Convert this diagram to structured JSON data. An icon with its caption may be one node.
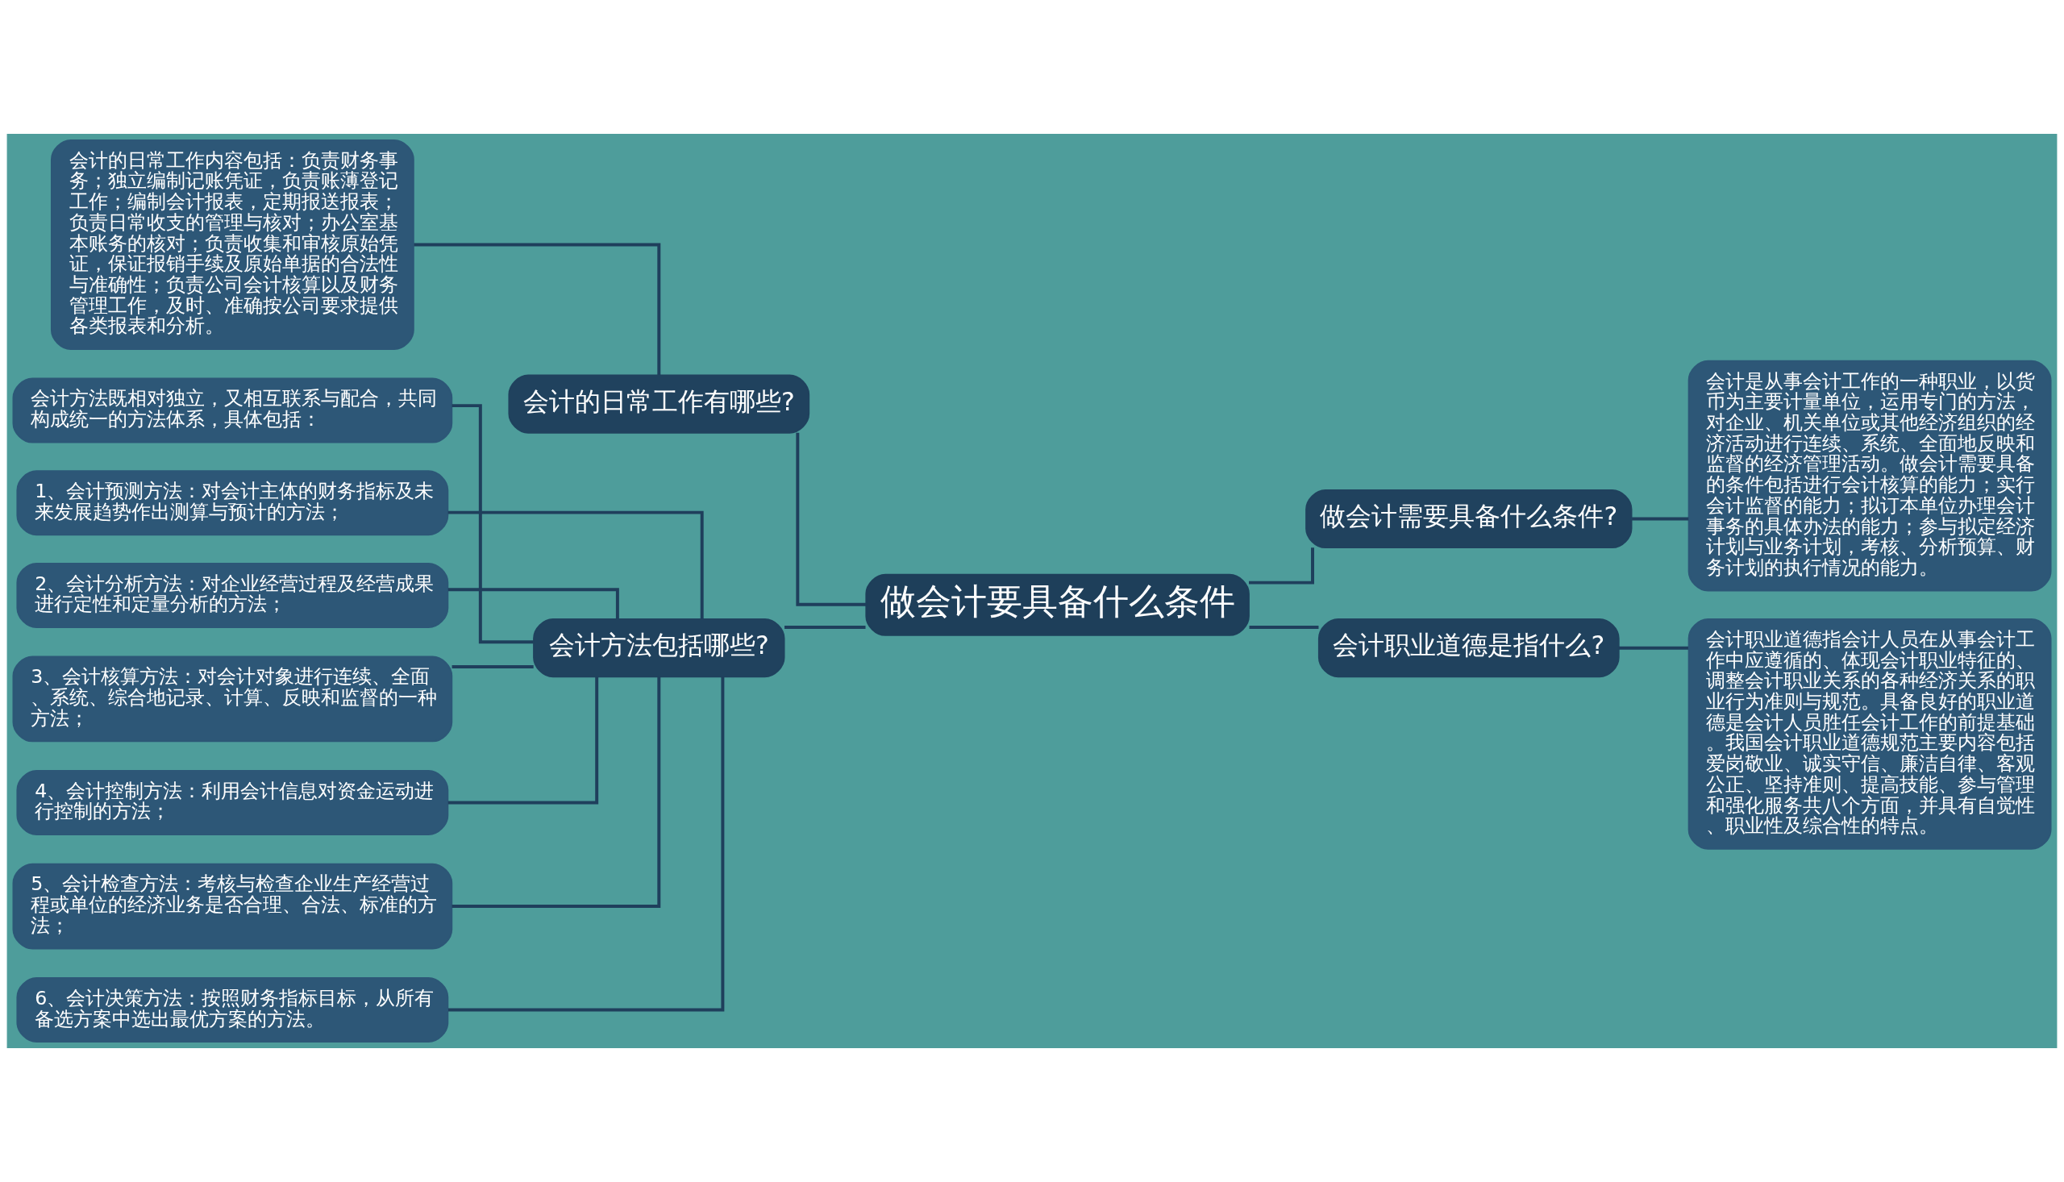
{
  "diagram": {
    "nodes": [
      {
        "text": [
          "做会计要具备什么条件"
        ]
      },
      {
        "text": [
          "会计的日常工作有哪些?"
        ]
      },
      {
        "text": [
          "会计的日常工作内容包括：负责财务事务；独立编制记账凭证，负责账薄登记工作；编制会计报表，定期报送报表；负责日常收支的管理与核对；办公室基本账务的核对；负责收集和审核原始凭证，保证报销手续及原始单据的合法性与准确性；负责公司会计核算以及财务管理工作，及时、准确按公司要求提供各类报表和分析。"
        ]
      },
      {
        "text": [
          "会计方法包括哪些?"
        ]
      },
      {
        "text": [
          "会计方法既相对独立，又相互联系与配合，共同构成统一的方法体系，具体包括："
        ]
      },
      {
        "text": [
          "1、会计预测方法：对会计主体的财务指标及未来发展趋势作出测算与预计的方法；"
        ]
      },
      {
        "text": [
          "2、会计分析方法：对企业经营过程及经营成果进行定性和定量分析的方法；"
        ]
      },
      {
        "text": [
          "3、会计核算方法：对会计对象进行连续、全面、系统、综合地记录、计算、反映和监督的一种方法；"
        ]
      },
      {
        "text": [
          "4、会计控制方法：利用会计信息对资金运动进行控制的方法；"
        ]
      },
      {
        "text": [
          "5、会计检查方法：考核与检查企业生产经营过程或单位的经济业务是否合理、合法、标准的方法；"
        ]
      },
      {
        "text": [
          "6、会计决策方法：按照财务指标目标，从所有备选方案中选出最优方案的方法。"
        ]
      },
      {
        "text": [
          "做会计需要具备什么条件?"
        ]
      },
      {
        "text": [
          "会计是从事会计工作的一种职业，以货币为主要计量单位，运用专门的方法，对企业、机关单位或其他经济组织的经济活动进行连续、系统、全面地反映和监督的经济管理活动。做会计需要具备的条件包括进行会计核算的能力；实行会计监督的能力；拟订本单位办理会计事务的具体办法的能力；参与拟定经济计划与业务计划，考核、分析预算、财务计划的执行情况的能力。"
        ]
      },
      {
        "text": [
          "会计职业道德是指什么?"
        ]
      },
      {
        "text": [
          "会计职业道德指会计人员在从事会计工作中应遵循的、体现会计职业特征的、调整会计职业关系的各种经济关系的职业行为准则与规范。具备良好的职业道德是会计人员胜任会计工作的前提基础。我国会计职业道德规范主要内容包括爱岗敬业、诚实守信、廉洁自律、客观公正、坚持准则、提高技能、参与管理和强化服务共八个方面，并具有自觉性、职业性及综合性的特点。"
        ]
      }
    ],
    "edges": [
      {
        "from": 2,
        "to": 1,
        "arrow": "none"
      },
      {
        "from": 1,
        "to": 0,
        "arrow": "none"
      },
      {
        "from": 4,
        "to": 3,
        "arrow": "none"
      },
      {
        "from": 5,
        "to": 3,
        "arrow": "none"
      },
      {
        "from": 6,
        "to": 3,
        "arrow": "none"
      },
      {
        "from": 7,
        "to": 3,
        "arrow": "none"
      },
      {
        "from": 8,
        "to": 3,
        "arrow": "none"
      },
      {
        "from": 9,
        "to": 3,
        "arrow": "none"
      },
      {
        "from": 10,
        "to": 3,
        "arrow": "none"
      },
      {
        "from": 3,
        "to": 0,
        "arrow": "none"
      },
      {
        "from": 0,
        "to": 11,
        "arrow": "none"
      },
      {
        "from": 11,
        "to": 12,
        "arrow": "none"
      },
      {
        "from": 0,
        "to": 13,
        "arrow": "none"
      },
      {
        "from": 13,
        "to": 14,
        "arrow": "none"
      }
    ]
  }
}
